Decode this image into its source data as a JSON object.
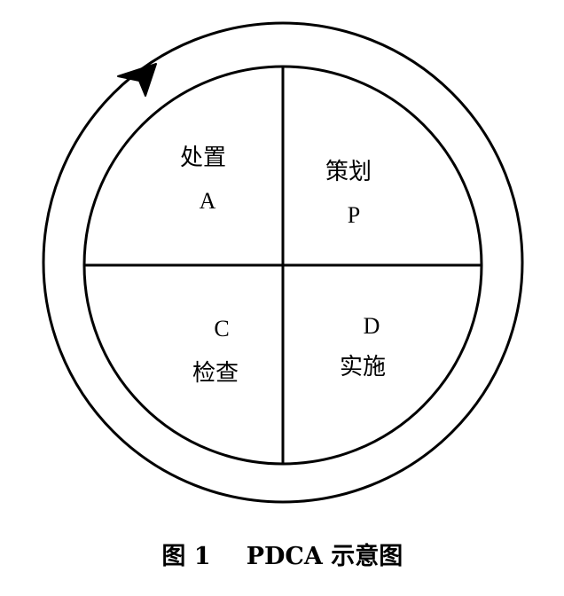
{
  "diagram": {
    "quadrants": {
      "top_left": {
        "name": "处置",
        "letter": "A"
      },
      "top_right": {
        "name": "策划",
        "letter": "P"
      },
      "bottom_left": {
        "letter": "C",
        "name": "检查"
      },
      "bottom_right": {
        "letter": "D",
        "name": "实施"
      }
    },
    "cycle_direction": "clockwise",
    "colors": {
      "line": "#000000",
      "background": "#ffffff"
    }
  },
  "caption": {
    "figure_label": "图 1",
    "title": "PDCA 示意图"
  }
}
